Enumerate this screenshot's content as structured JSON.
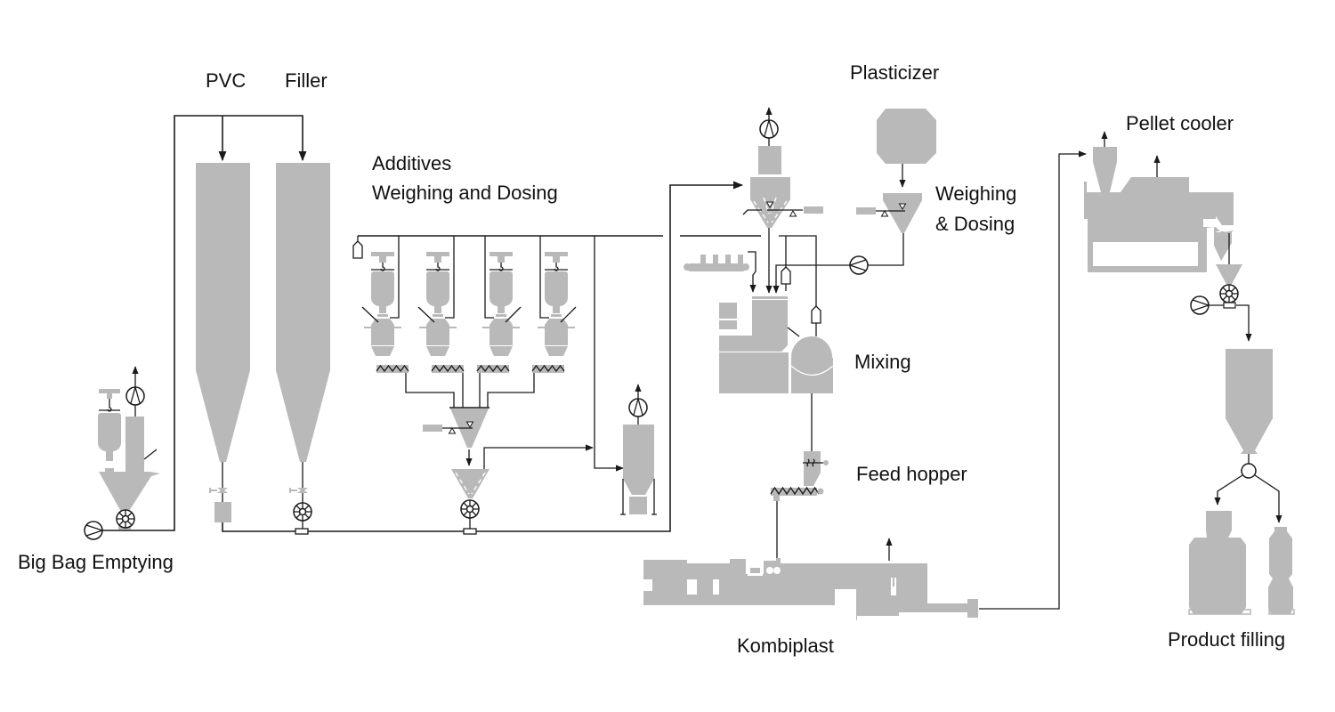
{
  "diagram": {
    "title": "PVC compounding process flow",
    "colors": {
      "equipment": "#b9b9b9",
      "line": "#1a1a1a",
      "background": "#ffffff",
      "text": "#111111"
    },
    "labels": {
      "pvc": "PVC",
      "filler": "Filler",
      "additives_line1": "Additives",
      "additives_line2": "Weighing and Dosing",
      "plasticizer": "Plasticizer",
      "weighing_line1": "Weighing",
      "weighing_line2": "& Dosing",
      "pellet_cooler": "Pellet cooler",
      "mixing": "Mixing",
      "feed_hopper": "Feed hopper",
      "big_bag": "Big Bag Emptying",
      "kombiplast": "Kombiplast",
      "product_filling": "Product filling"
    },
    "units": [
      {
        "id": "big-bag-emptying",
        "label": "Big Bag Emptying"
      },
      {
        "id": "pvc-silo",
        "label": "PVC"
      },
      {
        "id": "filler-silo",
        "label": "Filler"
      },
      {
        "id": "additive-dosing",
        "label": "Additives Weighing and Dosing",
        "stations": 4
      },
      {
        "id": "mixer",
        "label": "Mixing"
      },
      {
        "id": "plasticizer-tank",
        "label": "Plasticizer"
      },
      {
        "id": "plasticizer-weighing",
        "label": "Weighing & Dosing"
      },
      {
        "id": "feed-hopper",
        "label": "Feed hopper"
      },
      {
        "id": "extruder",
        "label": "Kombiplast"
      },
      {
        "id": "pellet-cooler",
        "label": "Pellet cooler"
      },
      {
        "id": "product-silo",
        "label": "Product filling"
      }
    ],
    "icons": [
      "blower-icon",
      "rotary-valve-icon",
      "screw-conveyor-icon",
      "scale-icon",
      "filter-icon",
      "pump-icon",
      "motor-icon",
      "diverter-icon",
      "arrow-icon"
    ]
  }
}
